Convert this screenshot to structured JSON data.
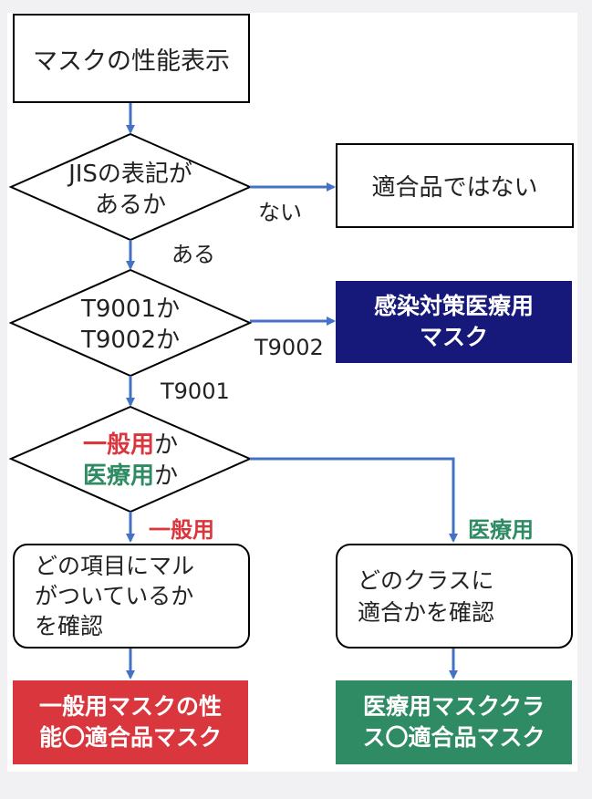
{
  "colors": {
    "arrow": "#4472c4",
    "navy": "#16197a",
    "red": "#d9363e",
    "green": "#2e8b64"
  },
  "start": "マスクの性能表示",
  "q1": {
    "line1": "JISの表記が",
    "line2": "あるか"
  },
  "no_label": "ない",
  "not_compliant": "適合品ではない",
  "yes_label": "ある",
  "q2": {
    "line1": "T9001か",
    "line2": "T9002か"
  },
  "t9002_label": "T9002",
  "infection_box": {
    "line1": "感染対策医療用",
    "line2": "マスク"
  },
  "t9001_label": "T9001",
  "q3": {
    "general": "一般用",
    "general_suffix": "か",
    "medical": "医療用",
    "medical_suffix": "か"
  },
  "general_branch": "一般用",
  "medical_branch": "医療用",
  "check_general": {
    "line1": "どの項目にマル",
    "line2": "がついているか",
    "line3": "を確認"
  },
  "check_medical": {
    "line1": "どのクラスに",
    "line2": "適合かを確認"
  },
  "result_general": {
    "line1": "一般用マスクの性",
    "line2": "能〇適合品マスク"
  },
  "result_medical": {
    "line1": "医療用マスククラ",
    "line2": "ス〇適合品マスク"
  }
}
